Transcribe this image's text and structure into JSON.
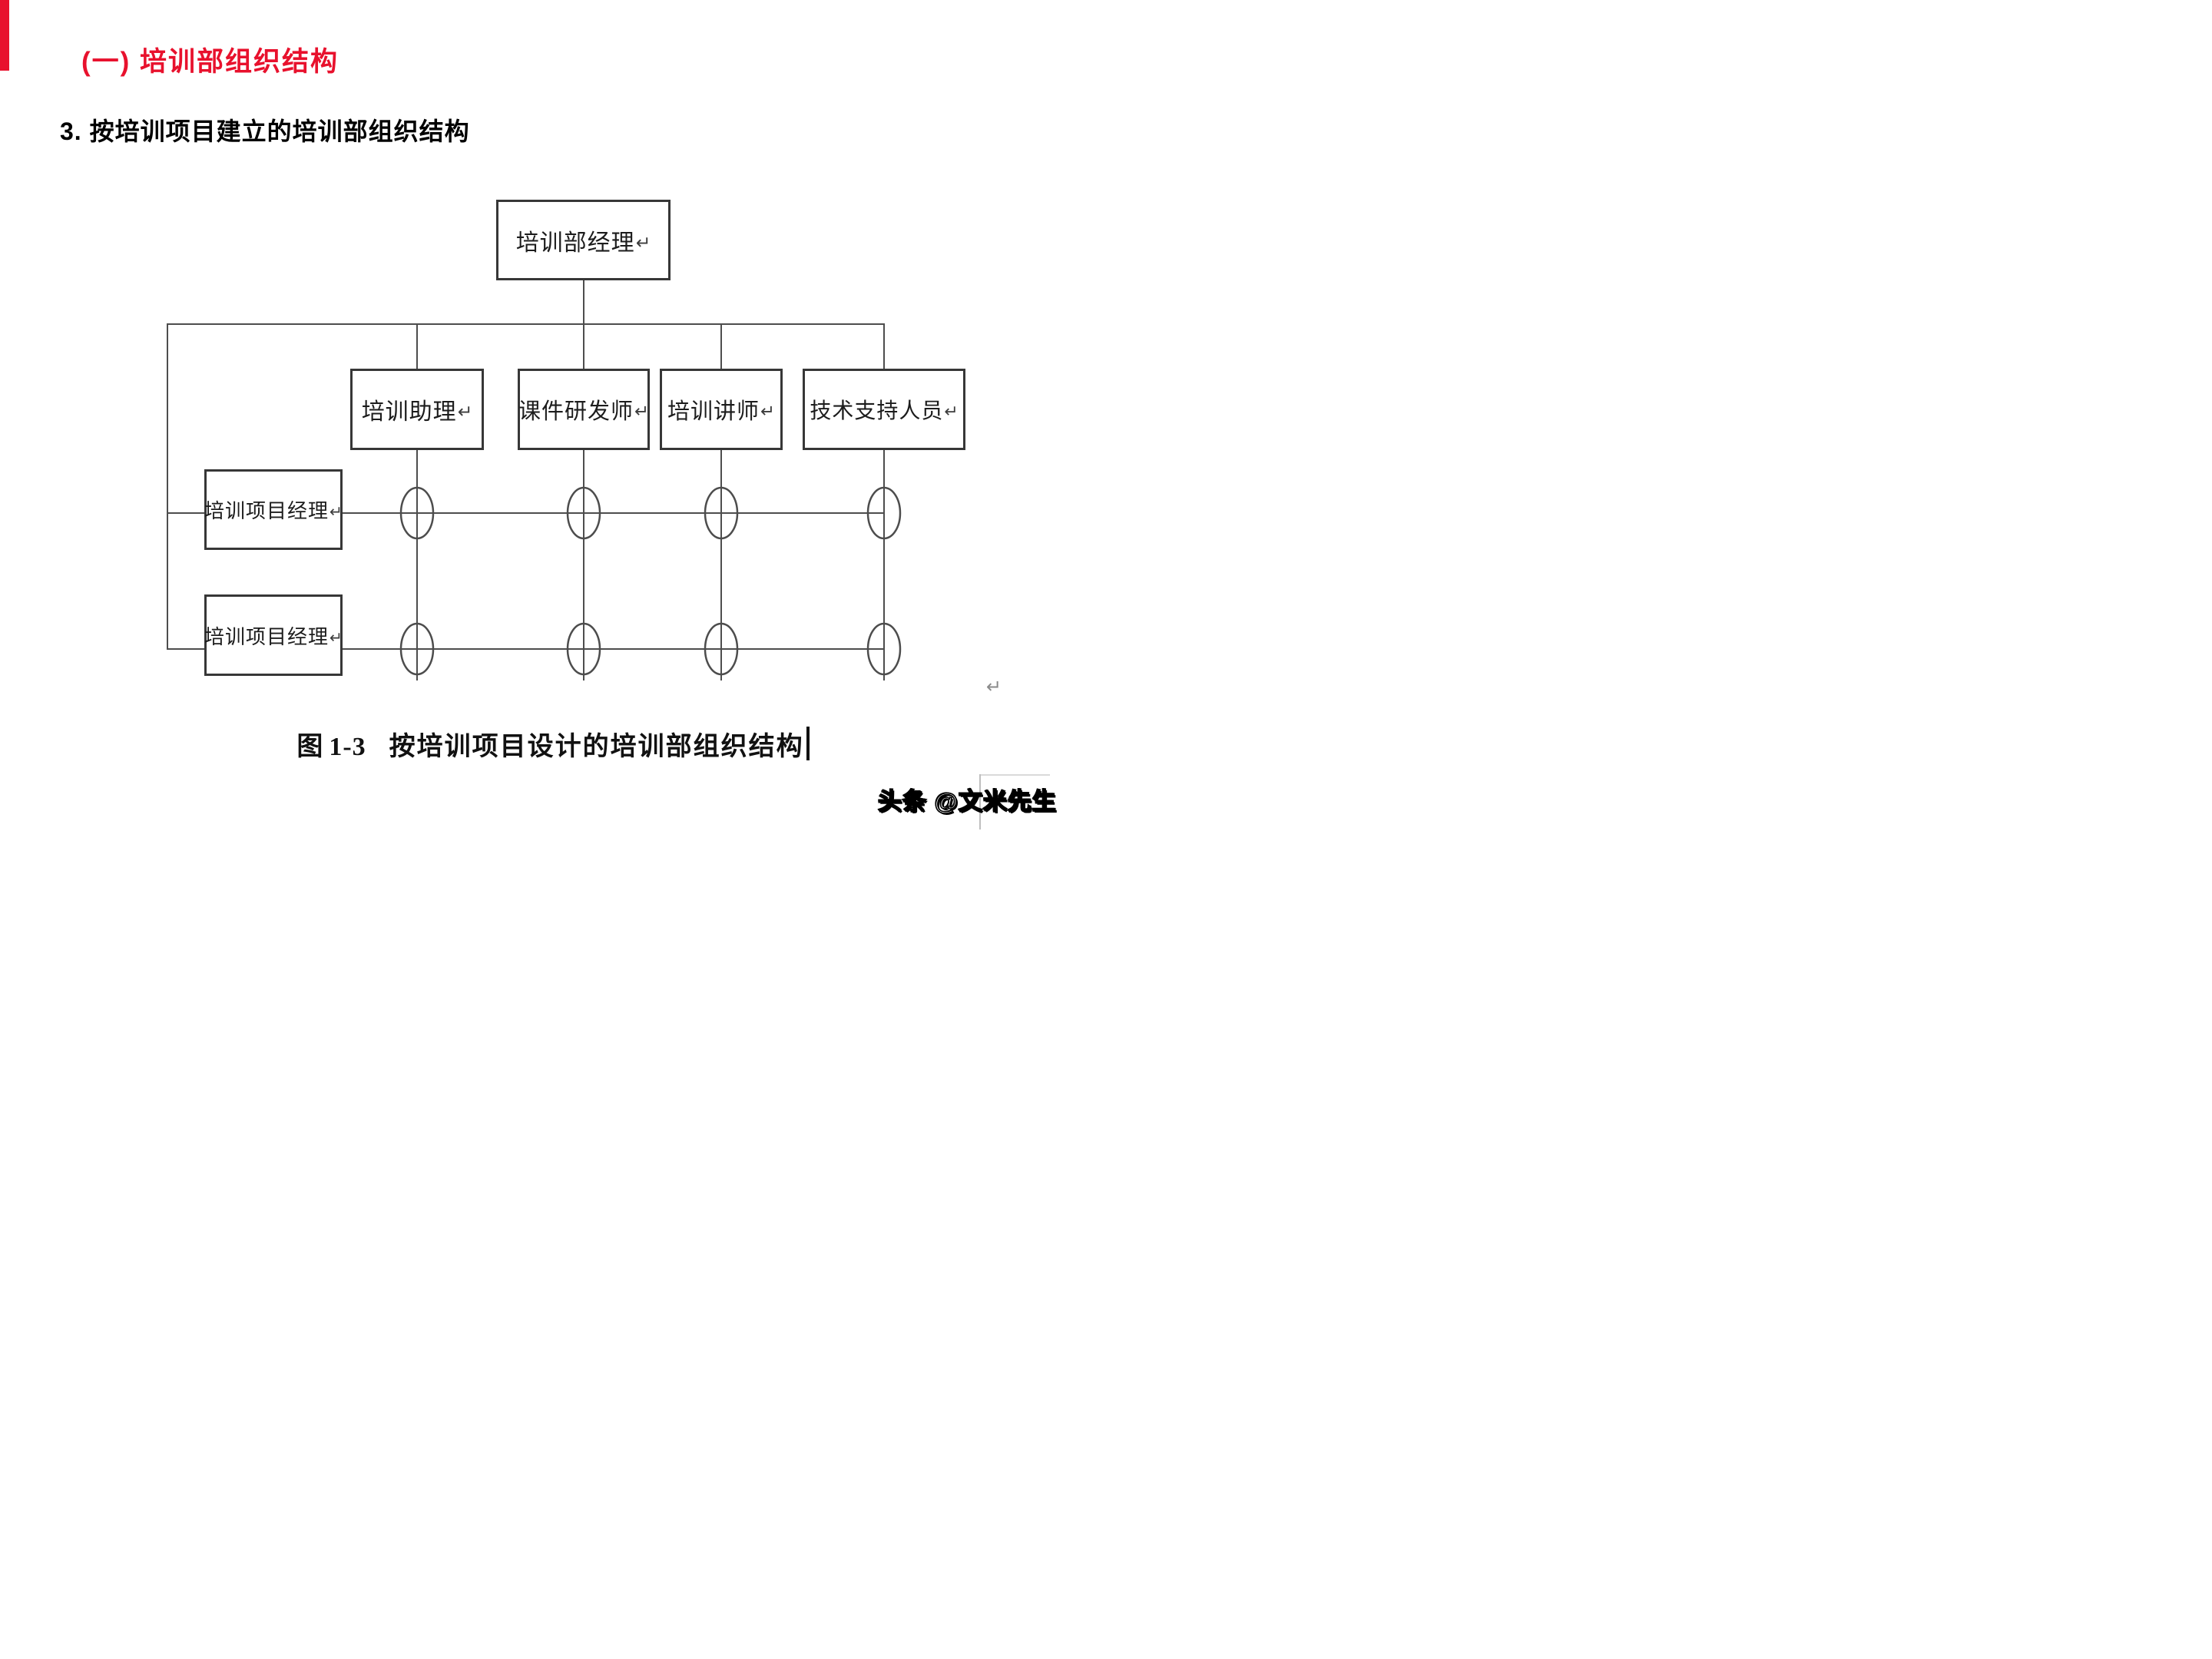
{
  "colors": {
    "accent_red": "#e8112d",
    "line_gray": "#4d4d4d",
    "box_border": "#373737"
  },
  "heading": {
    "text": "(一) 培训部组织结构"
  },
  "subheading": {
    "text": "3. 按培训项目建立的培训部组织结构"
  },
  "diagram": {
    "return_mark": "↵",
    "floating_return_mark": "↵",
    "top_box": {
      "label": "培训部经理"
    },
    "function_boxes": [
      {
        "label": "培训助理"
      },
      {
        "label": "课件研发师"
      },
      {
        "label": "培训讲师"
      },
      {
        "label": "技术支持人员"
      }
    ],
    "project_boxes": [
      {
        "label": "培训项目经理"
      },
      {
        "label": "培训项目经理"
      }
    ]
  },
  "caption": {
    "figure_char": "图",
    "figure_number": "1-3",
    "text": "按培训项目设计的培训部组织结构"
  },
  "watermark": {
    "text": "头条 @文米先生"
  }
}
